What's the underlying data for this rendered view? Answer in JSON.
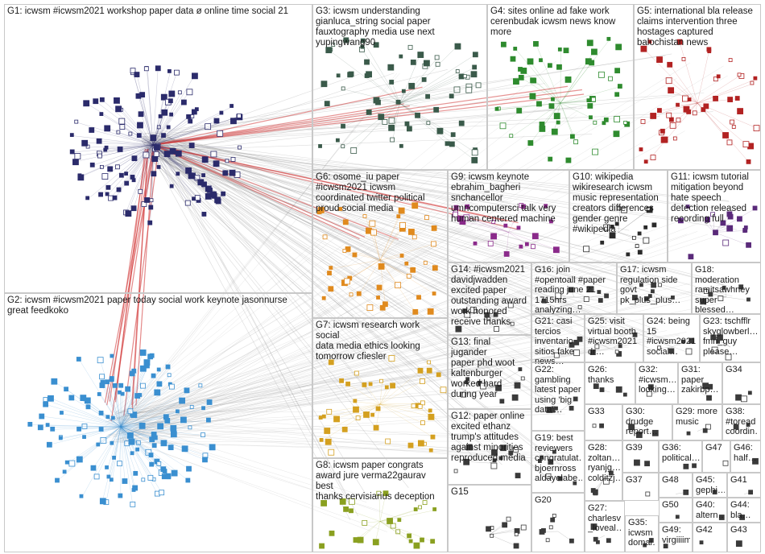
{
  "groups": [
    {
      "id": "G1",
      "label": "G1: icwsm #icwsm2021 workshop paper data ø online time social 21",
      "color": "#2b2b6b"
    },
    {
      "id": "G2",
      "label": "G2: icwsm #icwsm2021 paper today social work keynote jasonnurse\ngreat feedkoko",
      "color": "#3a8fd0"
    },
    {
      "id": "G3",
      "label": "G3: icwsm understanding\ngianluca_string social paper\nfauxtography media use next\nyupingwang90",
      "color": "#3a5a4a"
    },
    {
      "id": "G4",
      "label": "G4: sites online ad fake work\ncerenbudak icwsm news know\nmore",
      "color": "#2e8b2e"
    },
    {
      "id": "G5",
      "label": "G5: international bla release\nclaims intervention three\nhostages captured\nbalochistan news",
      "color": "#b22222"
    },
    {
      "id": "G6",
      "label": "G6: osome_iu paper\n#icwsm2021 icwsm\ncoordinated twitter political\nproud social media",
      "color": "#e08a1e"
    },
    {
      "id": "G7",
      "label": "G7: icwsm research work social\ndata media ethics looking\ntomorrow cfiesler",
      "color": "#d4a020"
    },
    {
      "id": "G8",
      "label": "G8: icwsm paper congrats\naward jure verma22gaurav best\nthanks cervisiarius deception",
      "color": "#8aa020"
    },
    {
      "id": "G9",
      "label": "G9: icwsm keynote\nebrahim_bagheri\nsnchancellor\numncomputersci talk very\nhuman centered machine",
      "color": "#8a2a8a"
    },
    {
      "id": "G10",
      "label": "G10: wikipedia\nwikiresearch icwsm\nmusic representation\ncreators differences\ngender genre\n#wikipedia",
      "color": "#2a2a2a"
    },
    {
      "id": "G11",
      "label": "G11: icwsm tutorial\nmitigation beyond\nhate speech\ndetection released\nrecording full",
      "color": "#5a2a7a"
    },
    {
      "id": "G12",
      "label": "G12: paper online\nexcited ethanz\ntrump's attitudes\nagainst minorities\nreproduced media",
      "color": "#3a3a3a"
    },
    {
      "id": "G13",
      "label": "G13: final jugander\npaper phd woot\nkaltenburger\nworked hard\nduring year",
      "color": "#3a3a3a"
    },
    {
      "id": "G14",
      "label": "G14: #icwsm2021\ndavidjwadden\nexcited paper\noutstanding award\nwork honored\nreceive thanks",
      "color": "#3a3a3a"
    },
    {
      "id": "G15",
      "label": "G15",
      "color": "#3a3a3a"
    },
    {
      "id": "G16",
      "label": "G16: join\n#opentoall #paper\nreading june 21\n1715hrs analyzing…",
      "color": "#3a3a3a"
    },
    {
      "id": "G17",
      "label": "G17: icwsm\nregulation side\ngovt\npk_plus_plus…",
      "color": "#3a3a3a"
    },
    {
      "id": "G18",
      "label": "G18:\nmoderation\nramitsawhney\nsuper blessed…",
      "color": "#3a3a3a"
    },
    {
      "id": "G19",
      "label": "G19: best\nreviewers\ncongratulat…\nbjoernross\naldayelabe…",
      "color": "#3a3a3a"
    },
    {
      "id": "G20",
      "label": "G20",
      "color": "#3a3a3a"
    },
    {
      "id": "G21",
      "label": "G21: casi\ntercios\ninventario\nsitios fake\nnews…",
      "color": "#3a3a3a"
    },
    {
      "id": "G22",
      "label": "G22:\ngambling\nlatest paper\nusing 'big\ndata'…",
      "color": "#3a3a3a"
    },
    {
      "id": "G23",
      "label": "G23: tschfflr\nskyglowberl…\nfmri_guy\nplease…",
      "color": "#3a3a3a"
    },
    {
      "id": "G24",
      "label": "G24: being\n15\n#icwsm2021\nsocial…",
      "color": "#3a3a3a"
    },
    {
      "id": "G25",
      "label": "G25: visit\nvirtual booth\n#icwsm2021\ndr…",
      "color": "#3a3a3a"
    },
    {
      "id": "G26",
      "label": "G26:\nthanks",
      "color": "#3a3a3a"
    },
    {
      "id": "G27",
      "label": "G27:\ncharlesv\n_loveal…",
      "color": "#3a3a3a"
    },
    {
      "id": "G28",
      "label": "G28:\nzoltan…\nryanjg…\ncolditzj…",
      "color": "#3a3a3a"
    },
    {
      "id": "G29",
      "label": "G29: more\nmusic",
      "color": "#3a3a3a"
    },
    {
      "id": "G30",
      "label": "G30:\ndrudge\nreport…",
      "color": "#3a3a3a"
    },
    {
      "id": "G31",
      "label": "G31:\npaper\nzakirbp…",
      "color": "#3a3a3a"
    },
    {
      "id": "G32",
      "label": "G32:\n#icwsm…\nlooking…",
      "color": "#3a3a3a"
    },
    {
      "id": "G33",
      "label": "G33",
      "color": "#3a3a3a"
    },
    {
      "id": "G34",
      "label": "G34",
      "color": "#3a3a3a"
    },
    {
      "id": "G35",
      "label": "G35:\nicwsm\ndomai…",
      "color": "#3a3a3a"
    },
    {
      "id": "G36",
      "label": "G36:\npolitical…",
      "color": "#3a3a3a"
    },
    {
      "id": "G37",
      "label": "G37",
      "color": "#3a3a3a"
    },
    {
      "id": "G38",
      "label": "G38:\n#toread\ncoordin…",
      "color": "#3a3a3a"
    },
    {
      "id": "G39",
      "label": "G39",
      "color": "#3a3a3a"
    },
    {
      "id": "G40",
      "label": "G40:\naltern…",
      "color": "#3a3a3a"
    },
    {
      "id": "G41",
      "label": "G41",
      "color": "#3a3a3a"
    },
    {
      "id": "G42",
      "label": "G42",
      "color": "#3a3a3a"
    },
    {
      "id": "G43",
      "label": "G43",
      "color": "#3a3a3a"
    },
    {
      "id": "G44",
      "label": "G44:\nbla…",
      "color": "#3a3a3a"
    },
    {
      "id": "G45",
      "label": "G45:\ngephi…",
      "color": "#3a3a3a"
    },
    {
      "id": "G46",
      "label": "G46:\nhalf…",
      "color": "#3a3a3a"
    },
    {
      "id": "G47",
      "label": "G47",
      "color": "#3a3a3a"
    },
    {
      "id": "G48",
      "label": "G48",
      "color": "#3a3a3a"
    },
    {
      "id": "G49",
      "label": "G49:\nvirgiiiim",
      "color": "#3a3a3a"
    },
    {
      "id": "G50",
      "label": "G50",
      "color": "#3a3a3a"
    }
  ],
  "colors": {
    "edge": "#9a9a9a",
    "edge_strong": "#d23a3a",
    "group_border": "#c8c8c8"
  }
}
